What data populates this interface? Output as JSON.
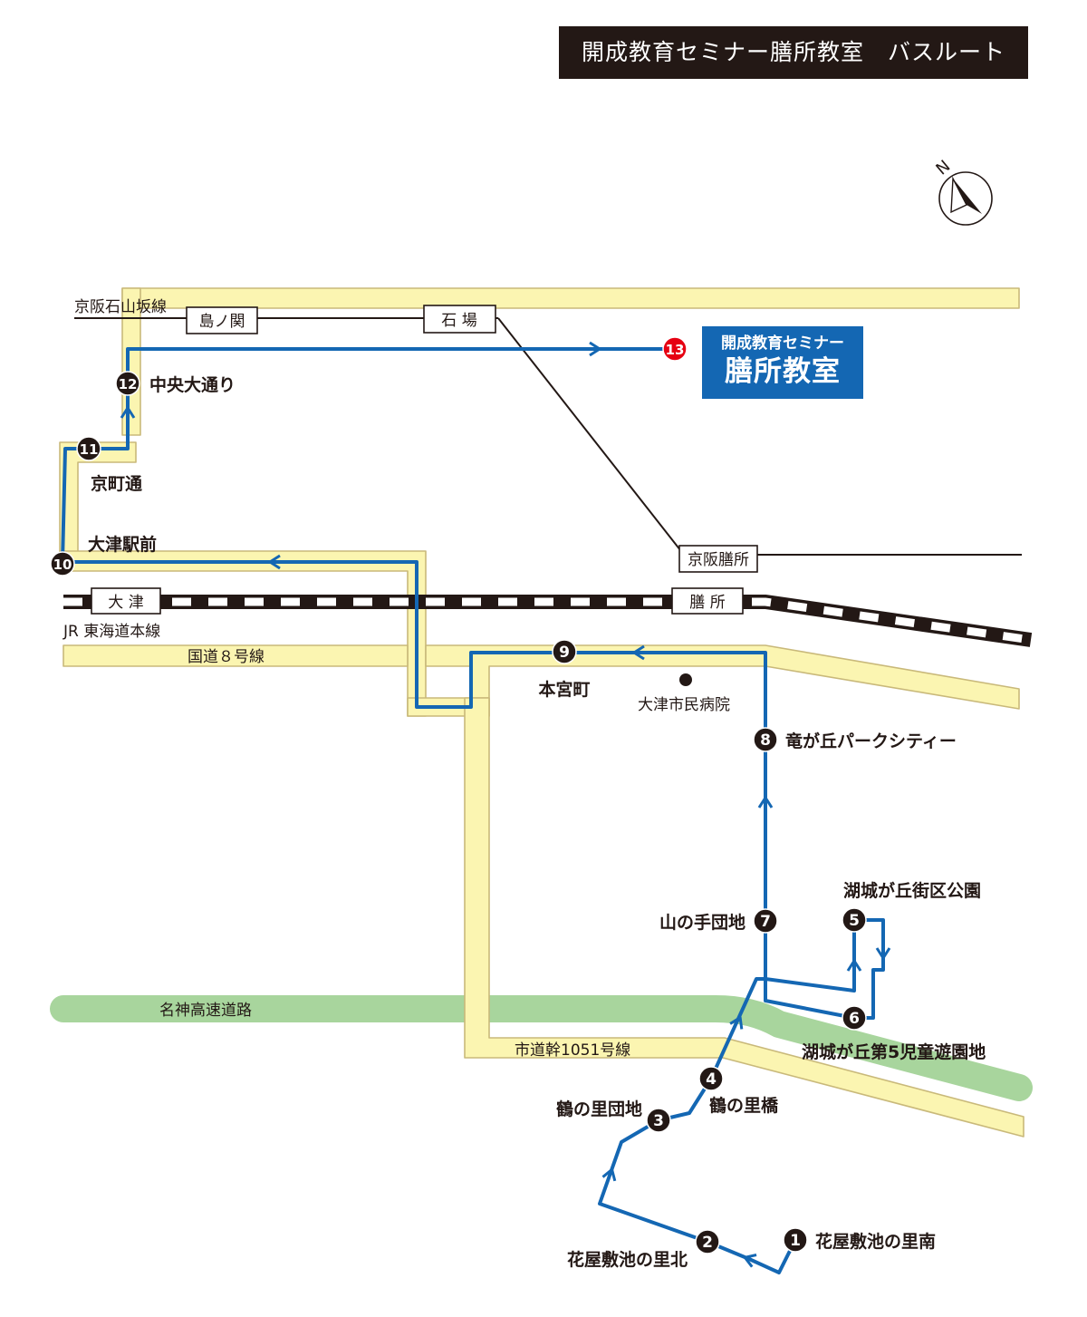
{
  "title": "開成教育セミナー膳所教室　バスルート",
  "destination": {
    "sub": "開成教育セミナー",
    "main": "膳所教室"
  },
  "compass": "N",
  "lines": {
    "keihan_ishiyama": "京阪石山坂線",
    "jr": "JR 東海道本線",
    "route8": "国道８号線",
    "meishin": "名神高速道路",
    "shido": "市道幹1051号線"
  },
  "stations": {
    "shimanoseki": "島ノ関",
    "ishiba": "石 場",
    "keihan_zeze": "京阪膳所",
    "otsu": "大 津",
    "zeze": "膳 所"
  },
  "landmarks": {
    "hospital": "大津市民病院"
  },
  "stops": [
    {
      "num": "1",
      "label": "花屋敷池の里南"
    },
    {
      "num": "2",
      "label": "花屋敷池の里北"
    },
    {
      "num": "3",
      "label": "鶴の里団地"
    },
    {
      "num": "4",
      "label": "鶴の里橋"
    },
    {
      "num": "5",
      "label": "湖城が丘街区公園"
    },
    {
      "num": "6",
      "label": "湖城が丘第5児童遊園地"
    },
    {
      "num": "7",
      "label": "山の手団地"
    },
    {
      "num": "8",
      "label": "竜が丘パークシティー"
    },
    {
      "num": "9",
      "label": "本宮町"
    },
    {
      "num": "10",
      "label": "大津駅前"
    },
    {
      "num": "11",
      "label": "京町通"
    },
    {
      "num": "12",
      "label": "中央大通り"
    },
    {
      "num": "13",
      "label": ""
    }
  ],
  "colors": {
    "route": "#1467b3",
    "road": "#fbf5b1",
    "road_edge": "#c9b97a",
    "highway": "#a8d59d",
    "goal": "#e60012"
  }
}
